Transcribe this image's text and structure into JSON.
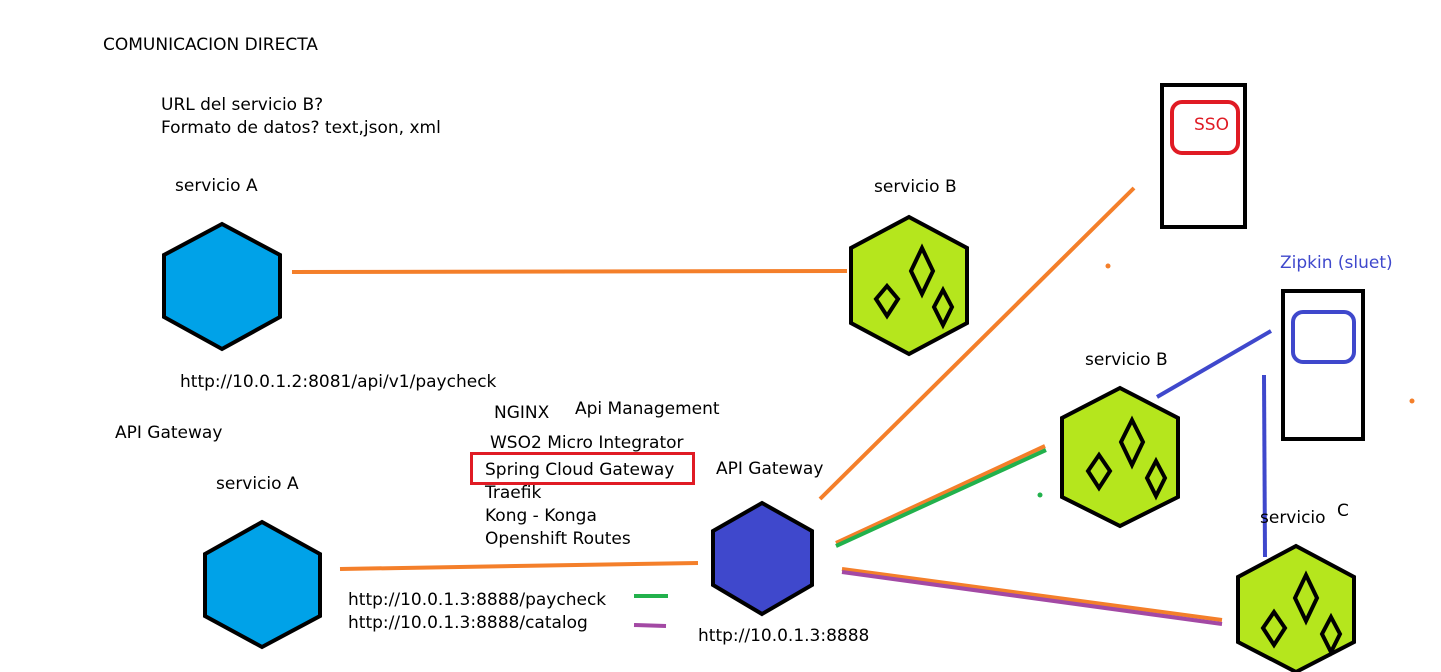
{
  "top": {
    "title": "COMUNICACION DIRECTA",
    "question1": "URL del servicio B?",
    "question2": "Formato de datos? text,json, xml",
    "service_a_label": "servicio A",
    "service_b_label": "servicio B",
    "direct_url": "http://10.0.1.2:8081/api/v1/paycheck"
  },
  "gateway_section": {
    "heading": "API Gateway",
    "service_a_label": "servicio A",
    "gateway_label": "API Gateway",
    "gateway_url": "http://10.0.1.3:8888",
    "route_paycheck": "http://10.0.1.3:8888/paycheck",
    "route_catalog": "http://10.0.1.3:8888/catalog",
    "products": {
      "nginx": "NGINX",
      "api_management": "Api Management",
      "wso2": "WSO2 Micro Integrator",
      "spring_cloud_gateway": "Spring Cloud Gateway",
      "traefik": "Traefik",
      "kong": "Kong - Konga",
      "openshift": "Openshift Routes"
    }
  },
  "right_side": {
    "sso_label": "SSO",
    "zipkin_label": "Zipkin (sluet)",
    "service_b_label": "servicio B",
    "service_c_label": "servicio",
    "service_c_suffix": "C"
  },
  "colors": {
    "orange": "#f47f2a",
    "green": "#22b14c",
    "purple": "#a349a4",
    "blue_hex": "#00a2e8",
    "indigo_hex": "#3f48cc",
    "lime_hex": "#b5e61d",
    "red": "#e01b24"
  }
}
